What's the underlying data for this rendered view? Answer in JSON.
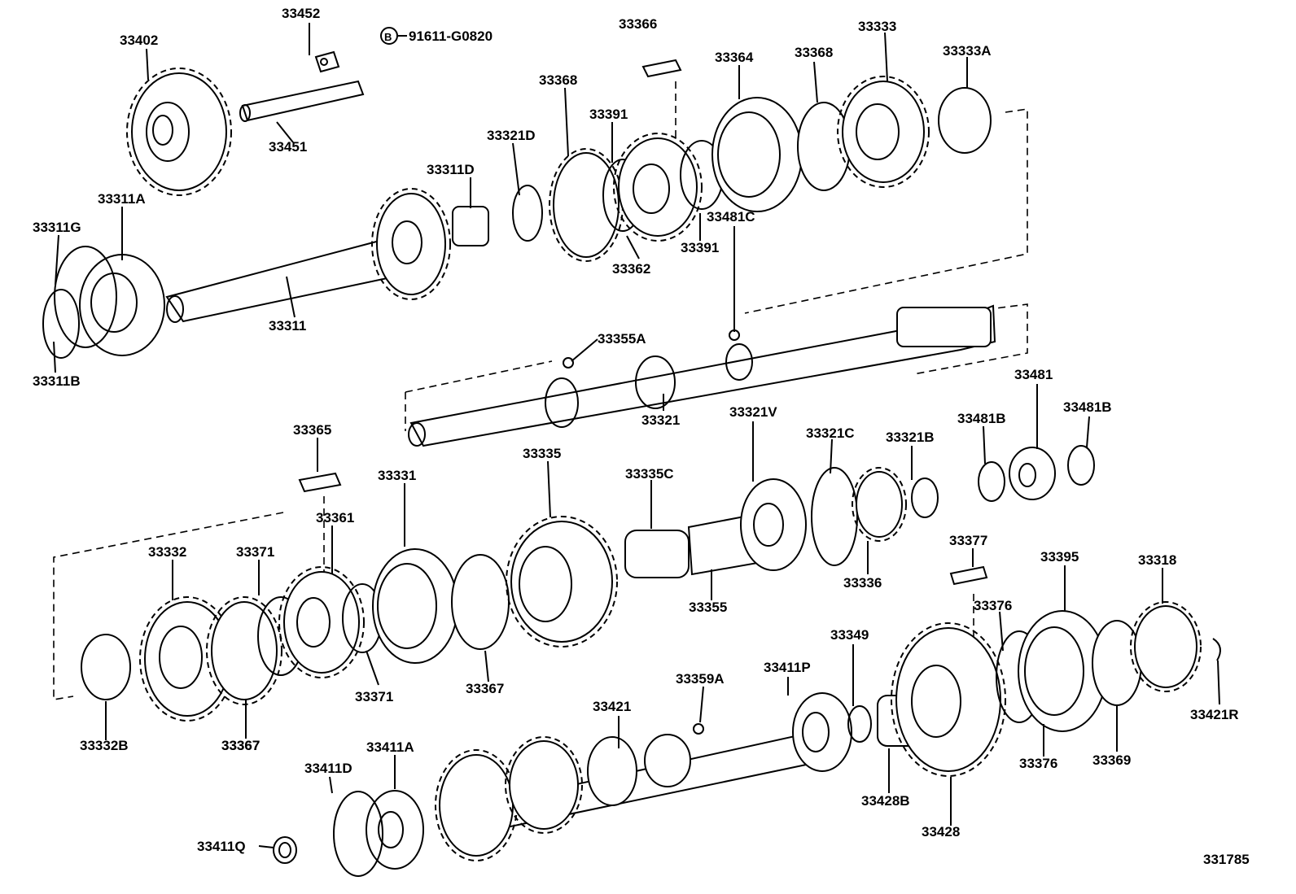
{
  "diagram": {
    "figure_id": "331785",
    "bolt_marker": "B",
    "bolt_part": "91611-G0820",
    "parts": [
      "33402",
      "33452",
      "33451",
      "33311A",
      "33311G",
      "33311",
      "33311B",
      "33311D",
      "33321D",
      "33368",
      "33391",
      "33362",
      "33366",
      "33364",
      "33333",
      "33333A",
      "33481C",
      "33355A",
      "33321",
      "33365",
      "33361",
      "33331",
      "33335",
      "33335C",
      "33321V",
      "33321C",
      "33321B",
      "33481B",
      "33481",
      "33332",
      "33371",
      "33332B",
      "33367",
      "33355",
      "33336",
      "33377",
      "33376",
      "33395",
      "33318",
      "33349",
      "33411P",
      "33359A",
      "33421",
      "33411D",
      "33411A",
      "33411Q",
      "33428B",
      "33428",
      "33369",
      "33421R"
    ]
  }
}
